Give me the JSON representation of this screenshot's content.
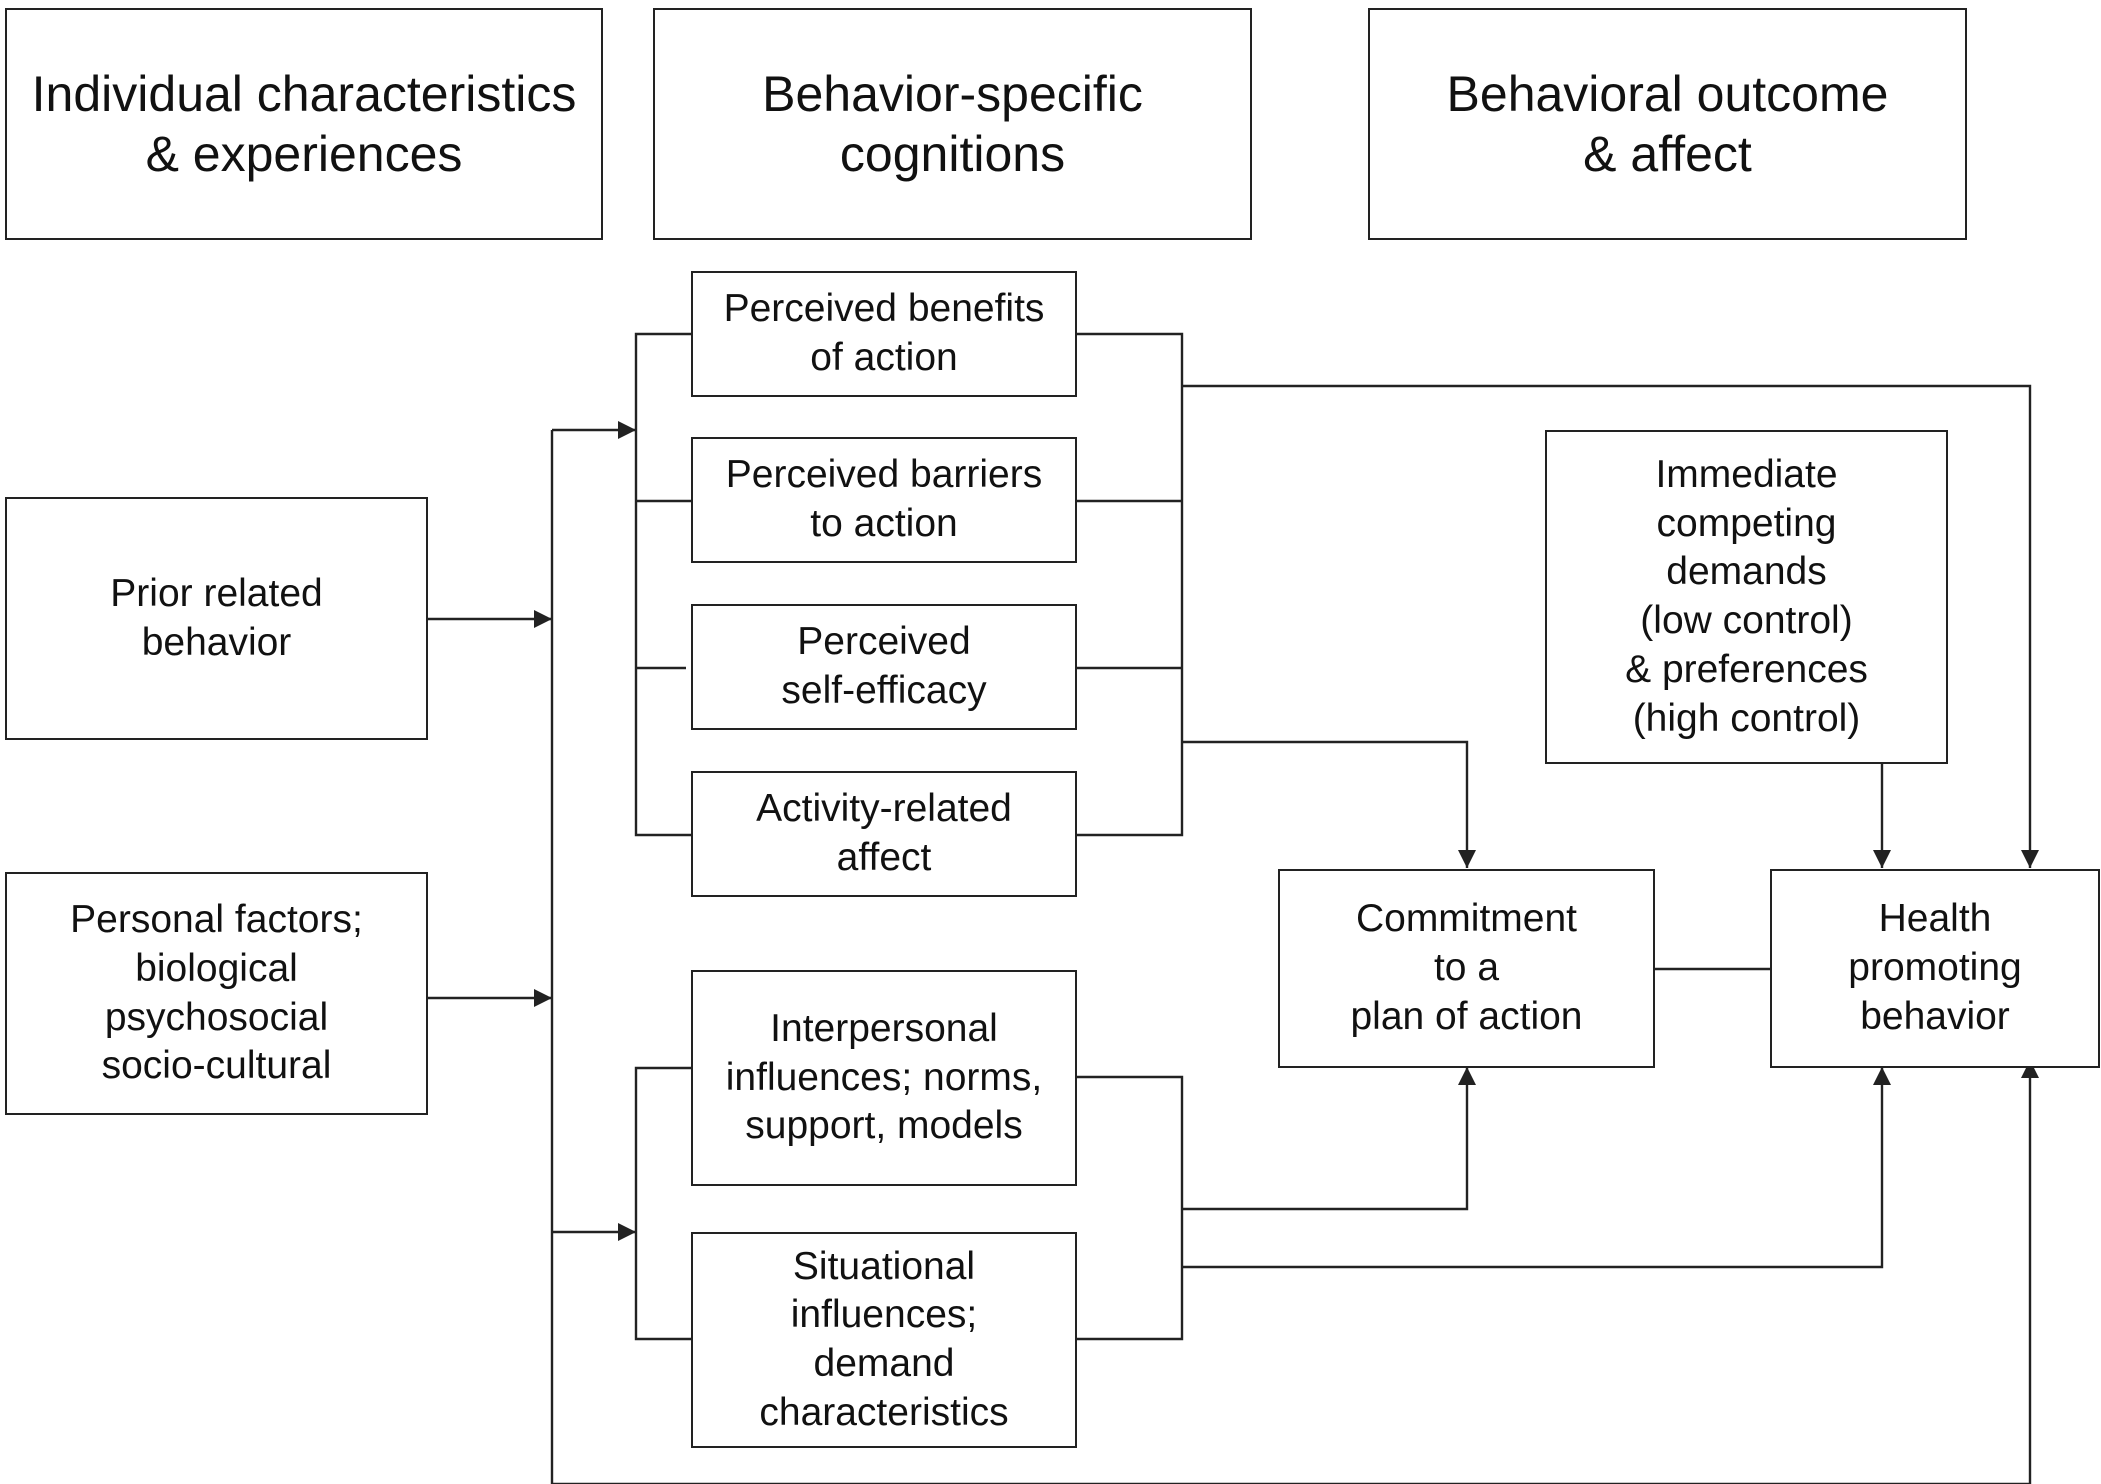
{
  "headers": {
    "individual": "Individual characteristics\n& experiences",
    "cognitions": "Behavior-specific\ncognitions",
    "outcome": "Behavioral outcome\n& affect"
  },
  "nodes": {
    "prior_behavior": "Prior related\nbehavior",
    "personal_factors": "Personal factors;\nbiological\npsychosocial\nsocio-cultural",
    "benefits": "Perceived benefits\nof action",
    "barriers": "Perceived barriers\nto action",
    "self_efficacy": "Perceived\nself-efficacy",
    "activity_affect": "Activity-related\naffect",
    "interpersonal": "Interpersonal\ninfluences; norms,\nsupport, models",
    "situational": "Situational\ninfluences;\ndemand\ncharacteristics",
    "competing": "Immediate\ncompeting\ndemands\n(low control)\n& preferences\n(high control)",
    "commitment": "Commitment\nto a\nplan of action",
    "health_behavior": "Health\npromoting\nbehavior"
  }
}
